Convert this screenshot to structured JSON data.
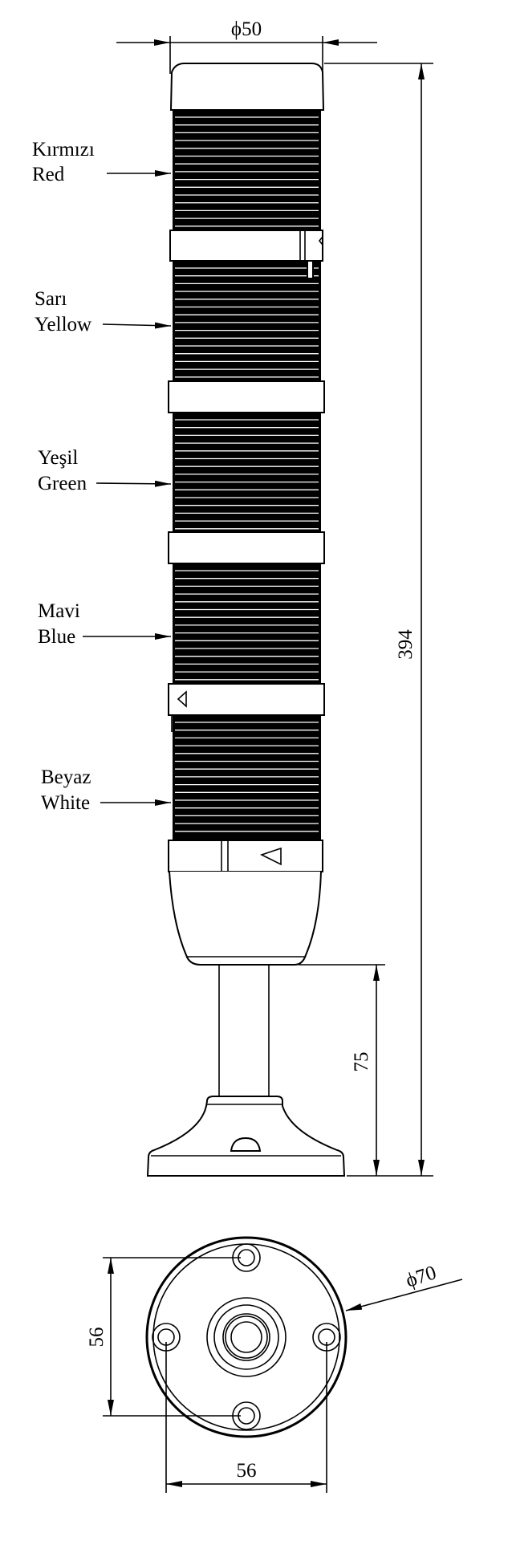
{
  "title": "Signal tower dimension drawing",
  "colors": {
    "line": "#000000",
    "background": "#ffffff"
  },
  "tiers": [
    {
      "tr": "Kırmızı",
      "en": "Red"
    },
    {
      "tr": "Sarı",
      "en": "Yellow"
    },
    {
      "tr": "Yeşil",
      "en": "Green"
    },
    {
      "tr": "Mavi",
      "en": "Blue"
    },
    {
      "tr": "Beyaz",
      "en": "White"
    }
  ],
  "dimensions": {
    "diameter_top": "50",
    "total_height": "394",
    "pole_height": "75",
    "base_diameter": "70",
    "hole_spacing_vertical": "56",
    "hole_spacing_horizontal": "56",
    "diameter_symbol": "ϕ"
  }
}
